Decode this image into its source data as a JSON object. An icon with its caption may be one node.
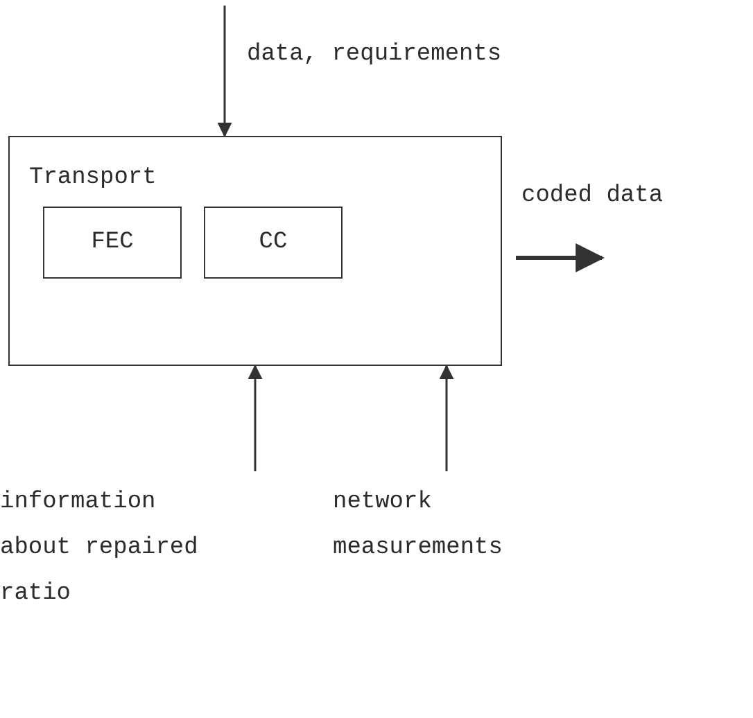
{
  "diagram": {
    "nodes": [
      {
        "text": [
          "Transport"
        ]
      },
      {
        "text": [
          "FEC"
        ],
        "in": 0
      },
      {
        "text": [
          "CC"
        ],
        "in": 0
      },
      {
        "text": [
          "information about repaired ratio"
        ]
      },
      {
        "text": [
          "network measurements"
        ]
      }
    ],
    "edges": [
      {
        "from": null,
        "to": 0,
        "arrow": "to",
        "label": "data, requirements"
      },
      {
        "from": 0,
        "to": null,
        "arrow": "to",
        "label": "coded data",
        "style": "thick"
      },
      {
        "from": 3,
        "to": 0,
        "arrow": "to"
      },
      {
        "from": 4,
        "to": 0,
        "arrow": "to"
      }
    ]
  }
}
